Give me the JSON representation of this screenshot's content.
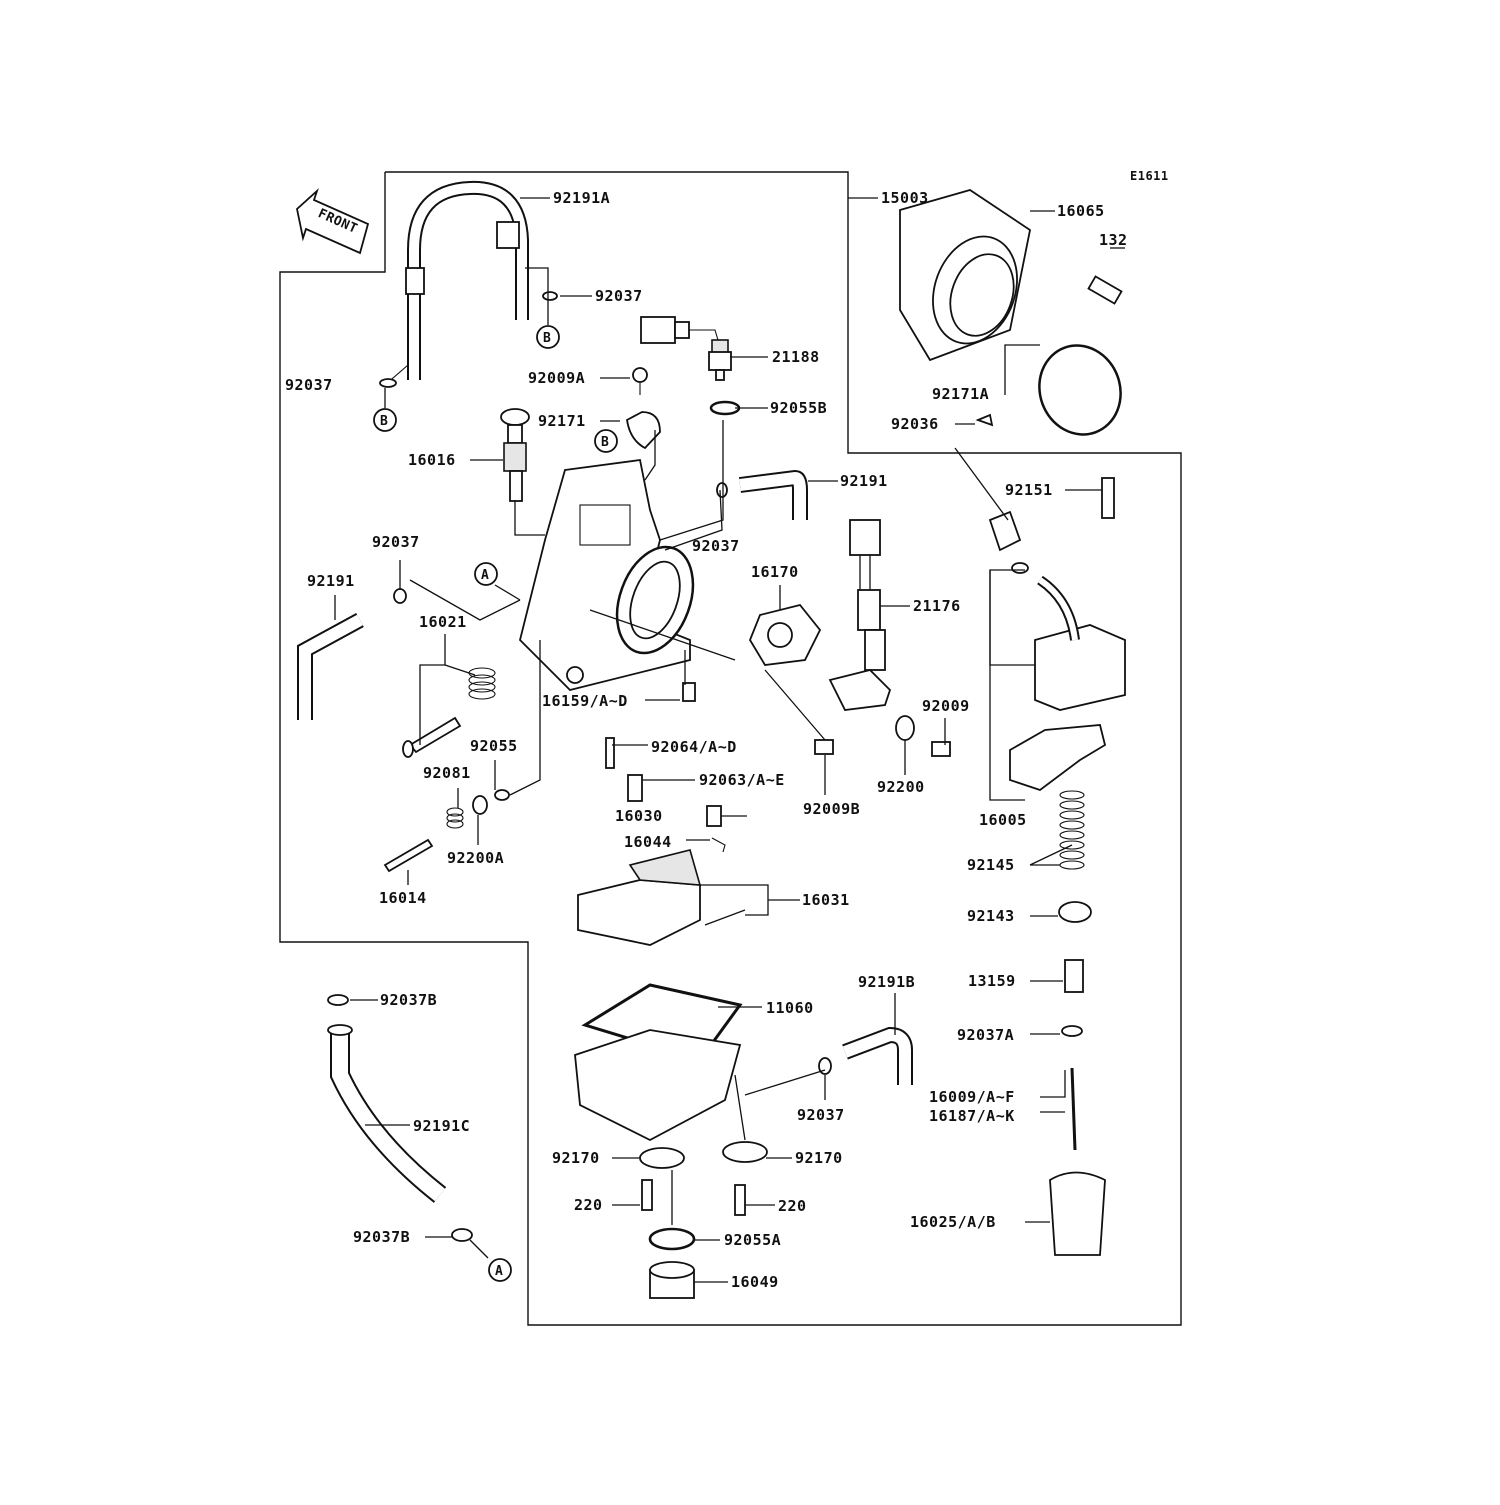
{
  "diagram_code": "E1611",
  "front_label": "FRONT",
  "callouts": {
    "c1": "92191A",
    "c2": "15003",
    "c3": "16065",
    "c4": "132",
    "c5": "92037",
    "c6": "21188",
    "c7": "92037",
    "c8": "92009A",
    "c9": "92055B",
    "c10": "92171",
    "c11": "92171A",
    "c12": "92036",
    "c13": "16016",
    "c14": "92191",
    "c15": "92151",
    "c16": "92037",
    "c17": "92037",
    "c18": "16170",
    "c19": "92191",
    "c20": "21176",
    "c21": "16021",
    "c22": "16159/A~D",
    "c23": "92009",
    "c24": "92055",
    "c25": "92064/A~D",
    "c26": "92081",
    "c27": "92063/A~E",
    "c28": "92200",
    "c29": "92009B",
    "c30": "16005",
    "c31": "16030",
    "c32": "92200A",
    "c33": "16044",
    "c34": "92145",
    "c35": "16014",
    "c36": "16031",
    "c37": "92143",
    "c38": "13159",
    "c39": "92191B",
    "c40": "92037B",
    "c41": "11060",
    "c42": "92037A",
    "c43": "16009/A~F",
    "c44": "16187/A~K",
    "c45": "92037",
    "c46": "92191C",
    "c47": "92170",
    "c48": "92170",
    "c49": "220",
    "c50": "220",
    "c51": "16025/A/B",
    "c52": "92037B",
    "c53": "92055A",
    "c54": "16049"
  },
  "ref_markers": {
    "m1": "B",
    "m2": "B",
    "m3": "B",
    "m4": "A",
    "m5": "A"
  }
}
